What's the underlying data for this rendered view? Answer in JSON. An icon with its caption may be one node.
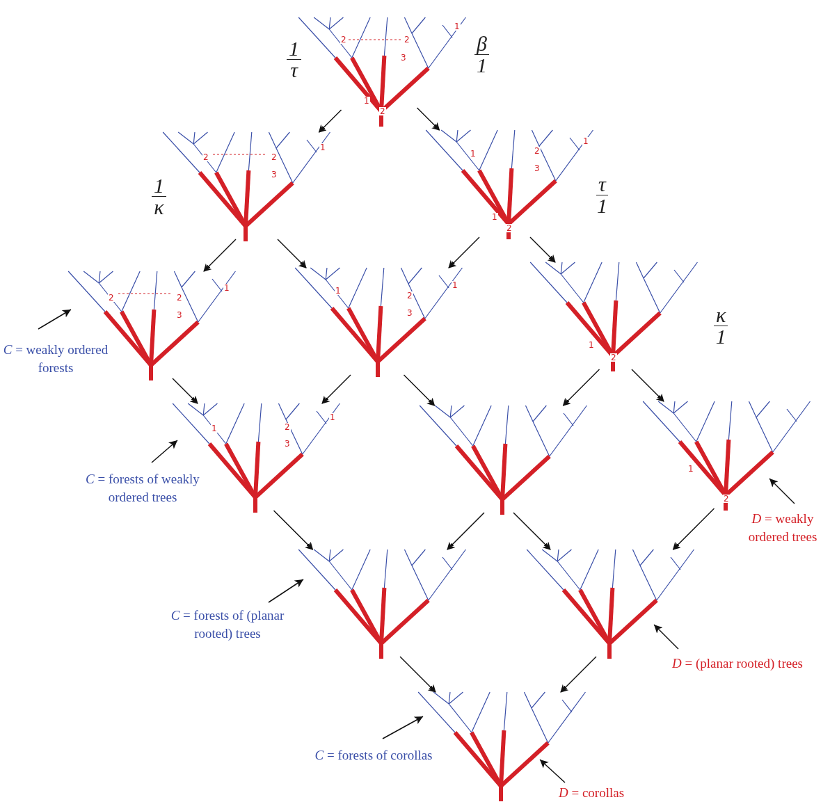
{
  "diagram": {
    "nodes": [
      {
        "text": [
          "1",
          "2",
          "2",
          "3",
          "1",
          "2"
        ]
      },
      {
        "text": [
          "1",
          "2",
          "2",
          "3"
        ]
      },
      {
        "text": [
          "1",
          "2",
          "1",
          "3",
          "1",
          "2"
        ]
      },
      {
        "text": [
          "1",
          "2",
          "2",
          "3"
        ]
      },
      {
        "text": [
          "1",
          "1",
          "2",
          "3"
        ]
      },
      {
        "text": [
          "1",
          "2"
        ]
      },
      {
        "text": [
          "1",
          "2",
          "1",
          "3"
        ]
      },
      {
        "text": [],
        "shape": "picture"
      },
      {
        "text": [
          "1",
          "2"
        ]
      },
      {
        "text": [],
        "shape": "picture"
      },
      {
        "text": [],
        "shape": "picture"
      },
      {
        "text": [],
        "shape": "picture"
      },
      {
        "text": [
          "*C* = weakly ordered forests"
        ]
      },
      {
        "text": [
          "*C* = forests of weakly ordered trees"
        ]
      },
      {
        "text": [
          "*D* = weakly ordered trees"
        ]
      },
      {
        "text": [
          "*C* = forests of (planar rooted) trees"
        ]
      },
      {
        "text": [
          "*D* = (planar rooted) trees"
        ]
      },
      {
        "text": [
          "*C* = forests of corollas"
        ]
      },
      {
        "text": [
          "*D* = corollas"
        ]
      }
    ],
    "edges": [
      {
        "from": 0,
        "to": 1,
        "arrow": "to",
        "label": "1 τ"
      },
      {
        "from": 0,
        "to": 2,
        "arrow": "to",
        "label": "β 1"
      },
      {
        "from": 1,
        "to": 3,
        "arrow": "to",
        "label": "1 κ"
      },
      {
        "from": 1,
        "to": 4,
        "arrow": "to"
      },
      {
        "from": 2,
        "to": 4,
        "arrow": "to"
      },
      {
        "from": 2,
        "to": 5,
        "arrow": "to",
        "label": "τ 1"
      },
      {
        "from": 3,
        "to": 6,
        "arrow": "to"
      },
      {
        "from": 4,
        "to": 6,
        "arrow": "to"
      },
      {
        "from": 4,
        "to": 7,
        "arrow": "to"
      },
      {
        "from": 5,
        "to": 7,
        "arrow": "to"
      },
      {
        "from": 5,
        "to": 8,
        "arrow": "to",
        "label": "κ 1"
      },
      {
        "from": 6,
        "to": 9,
        "arrow": "to"
      },
      {
        "from": 7,
        "to": 9,
        "arrow": "to"
      },
      {
        "from": 7,
        "to": 10,
        "arrow": "to"
      },
      {
        "from": 8,
        "to": 10,
        "arrow": "to"
      },
      {
        "from": 9,
        "to": 11,
        "arrow": "to"
      },
      {
        "from": 10,
        "to": 11,
        "arrow": "to"
      },
      {
        "from": 12,
        "to": 3,
        "arrow": "to"
      },
      {
        "from": 13,
        "to": 6,
        "arrow": "to"
      },
      {
        "from": 14,
        "to": 8,
        "arrow": "to"
      },
      {
        "from": 15,
        "to": 9,
        "arrow": "to"
      },
      {
        "from": 16,
        "to": 10,
        "arrow": "to"
      },
      {
        "from": 17,
        "to": 11,
        "arrow": "to"
      },
      {
        "from": 18,
        "to": 11,
        "arrow": "to"
      }
    ]
  }
}
